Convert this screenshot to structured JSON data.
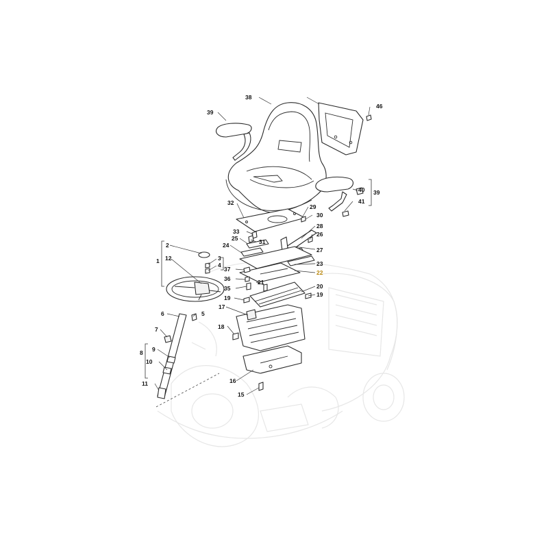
{
  "callouts": [
    {
      "id": "c46",
      "label": "46"
    },
    {
      "id": "c39a",
      "label": "39"
    },
    {
      "id": "c39b",
      "label": "39"
    },
    {
      "id": "c40",
      "label": "40"
    },
    {
      "id": "c41",
      "label": "41"
    },
    {
      "id": "c38",
      "label": "38"
    },
    {
      "id": "c32",
      "label": "32"
    },
    {
      "id": "c29",
      "label": "29"
    },
    {
      "id": "c30",
      "label": "30"
    },
    {
      "id": "c28",
      "label": "28"
    },
    {
      "id": "c26",
      "label": "26"
    },
    {
      "id": "c33",
      "label": "33"
    },
    {
      "id": "c31",
      "label": "31"
    },
    {
      "id": "c25",
      "label": "25"
    },
    {
      "id": "c24",
      "label": "24"
    },
    {
      "id": "c27",
      "label": "27"
    },
    {
      "id": "c23",
      "label": "23"
    },
    {
      "id": "c22",
      "label": "22",
      "highlight": true
    },
    {
      "id": "c37",
      "label": "37"
    },
    {
      "id": "c36",
      "label": "36"
    },
    {
      "id": "c35",
      "label": "35"
    },
    {
      "id": "c21",
      "label": "21"
    },
    {
      "id": "c20",
      "label": "20"
    },
    {
      "id": "c19a",
      "label": "19"
    },
    {
      "id": "c19b",
      "label": "19"
    },
    {
      "id": "c17",
      "label": "17"
    },
    {
      "id": "c18",
      "label": "18"
    },
    {
      "id": "c16",
      "label": "16"
    },
    {
      "id": "c15",
      "label": "15"
    },
    {
      "id": "c2",
      "label": "2"
    },
    {
      "id": "c1",
      "label": "1"
    },
    {
      "id": "c12",
      "label": "12"
    },
    {
      "id": "c3",
      "label": "3"
    },
    {
      "id": "c4",
      "label": "4"
    },
    {
      "id": "c5",
      "label": "5"
    },
    {
      "id": "c6",
      "label": "6"
    },
    {
      "id": "c7",
      "label": "7"
    },
    {
      "id": "c9",
      "label": "9"
    },
    {
      "id": "c8",
      "label": "8"
    },
    {
      "id": "c10",
      "label": "10"
    },
    {
      "id": "c11",
      "label": "11"
    }
  ],
  "colors": {
    "highlight": "#b8860b",
    "ink": "#111111",
    "ghost": "#e6e6e6"
  }
}
